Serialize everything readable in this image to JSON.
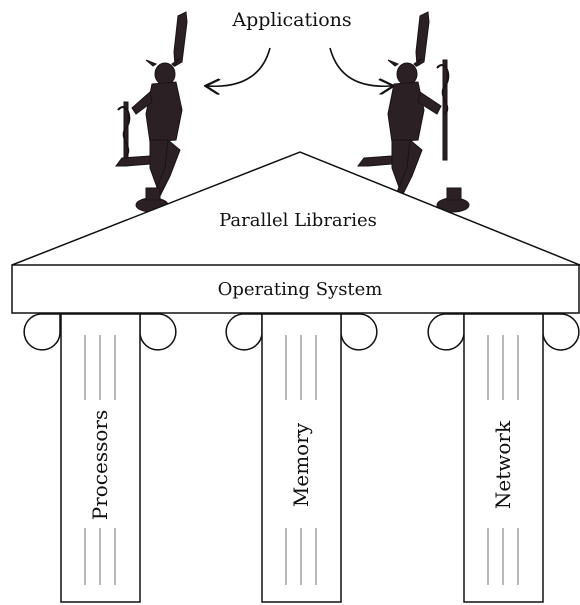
{
  "diagram": {
    "top_label": "Applications",
    "pediment_label": "Parallel Libraries",
    "entablature_label": "Operating System",
    "pillars": [
      {
        "label": "Processors"
      },
      {
        "label": "Memory"
      },
      {
        "label": "Network"
      }
    ],
    "statues": [
      {
        "icon": "mercury-statue-icon",
        "side": "left"
      },
      {
        "icon": "mercury-statue-icon",
        "side": "right"
      }
    ]
  }
}
